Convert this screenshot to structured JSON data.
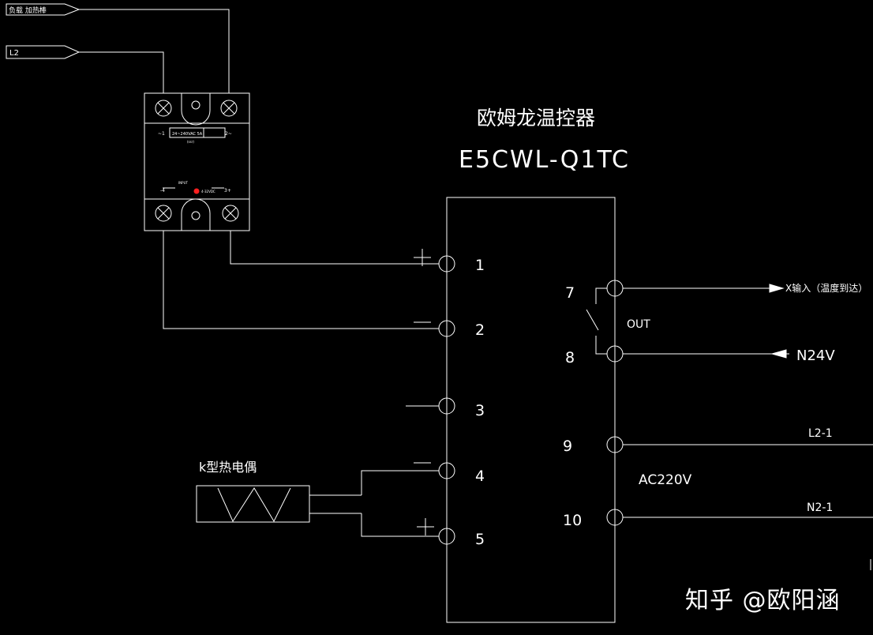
{
  "inputs": {
    "top_label": "负载 加热棒",
    "l2_label": "L2"
  },
  "ssr": {
    "top_rating": "24~240VAC 5A",
    "top_minus": "~1",
    "top_plus": "2~",
    "top_small": "(ssr)",
    "bot_minus": "-4",
    "bot_plus": "3+",
    "bot_input": "INPUT",
    "bot_dc": "4-32VDC"
  },
  "controller": {
    "title_cn": "欧姆龙温控器",
    "model": "E5CWL-Q1TC",
    "terminals": [
      "1",
      "2",
      "3",
      "4",
      "5",
      "7",
      "8",
      "9",
      "10"
    ],
    "out_label": "OUT",
    "ac_label": "AC220V"
  },
  "signals": {
    "x_input": "X输入（温度到达）",
    "n24v": "N24V",
    "l2_1": "L2-1",
    "n2_1": "N2-1"
  },
  "thermocouple": {
    "label": "k型热电偶"
  },
  "watermark": "知乎 @欧阳涵",
  "colors": {
    "background": "#000000",
    "lines": "#ffffff",
    "indicator": "#ff2020"
  }
}
